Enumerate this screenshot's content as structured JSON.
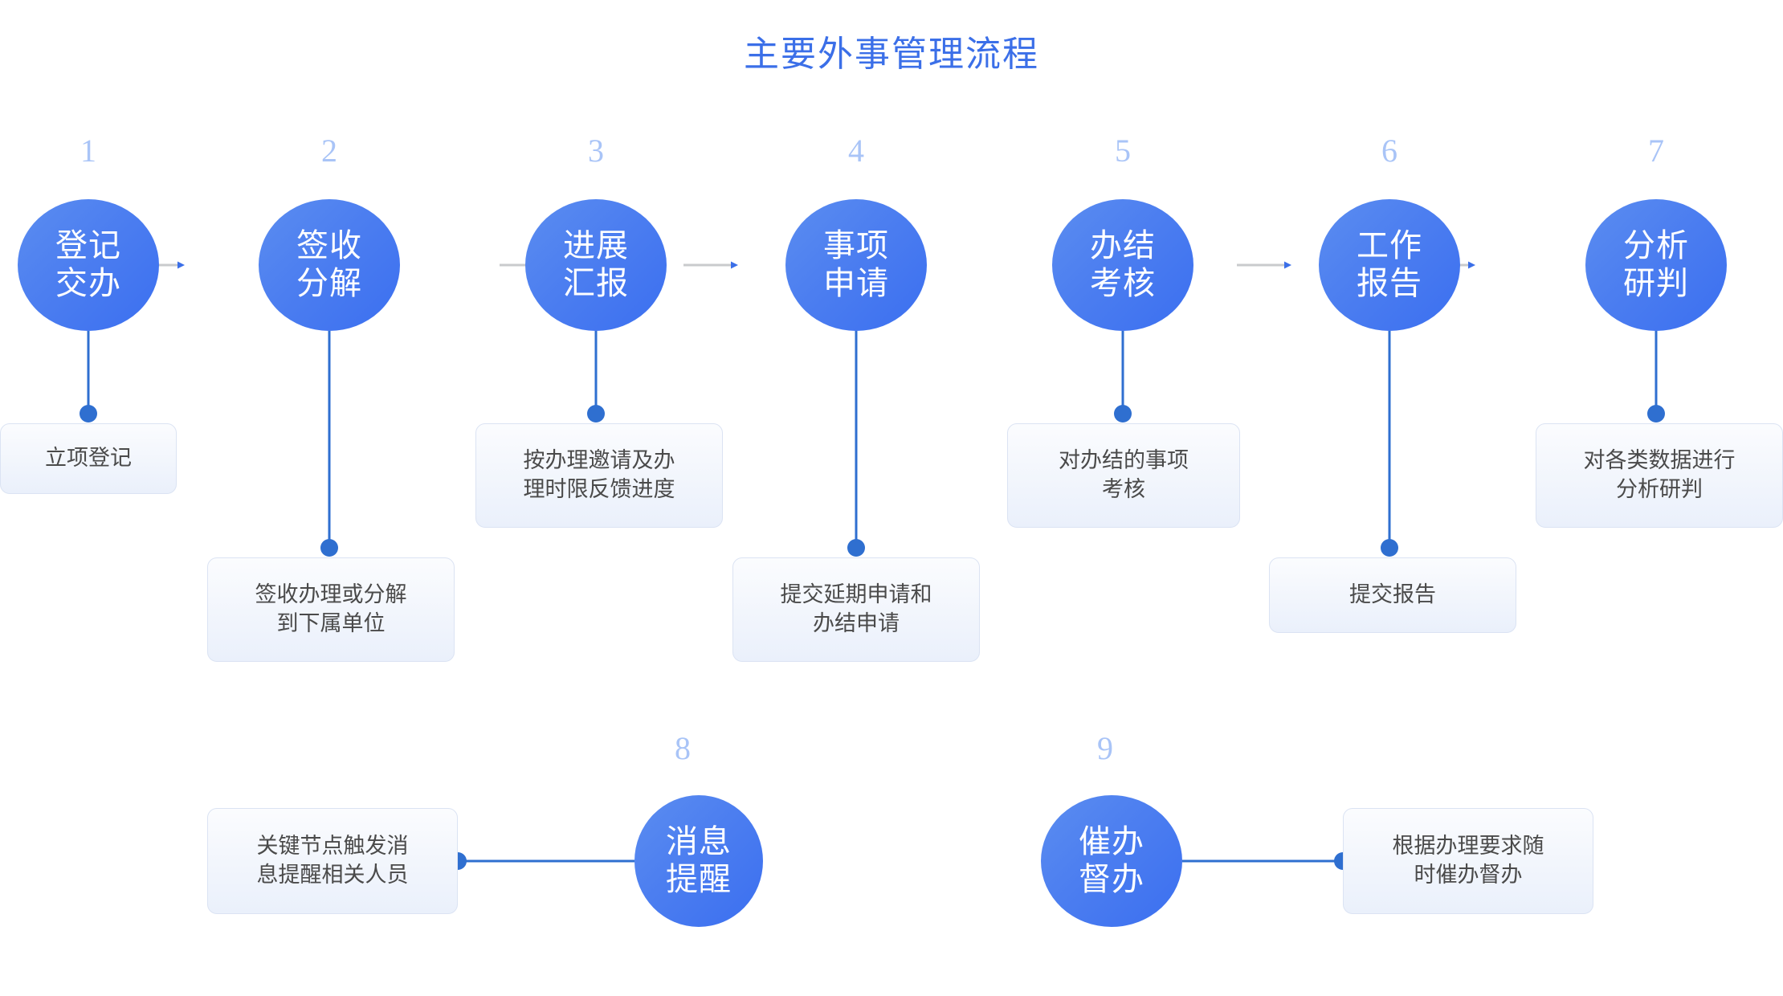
{
  "title": "主要外事管理流程",
  "theme": {
    "title_color": "#3b6fe8",
    "circle_gradient_from": "#5b8df0",
    "circle_gradient_to": "#3b6ff0",
    "number_color": "#a9c4f7",
    "arrow_line_color": "#c9cbcd",
    "arrow_head_color": "#3b6fe8",
    "connector_color": "#2f6fd0",
    "box_fill_from": "#fbfcfe",
    "box_fill_to": "#eaf0fb",
    "box_border": "#dbe3f3",
    "box_text_color": "#4a4a4a",
    "background": "#ffffff"
  },
  "chart_data": {
    "type": "diagram",
    "title": "主要外事管理流程",
    "layout": "horizontal flow of 7 sequential steps with description callouts, plus 2 independent support nodes",
    "steps": [
      {
        "number": "1",
        "line1": "登记",
        "line2": "交办",
        "description": "立项登记",
        "desc_side": "below"
      },
      {
        "number": "2",
        "line1": "签收",
        "line2": "分解",
        "description": "签收办理或分解到下属单位",
        "desc_side": "below"
      },
      {
        "number": "3",
        "line1": "进展",
        "line2": "汇报",
        "description": "按办理邀请及办理时限反馈进度",
        "desc_side": "below"
      },
      {
        "number": "4",
        "line1": "事项",
        "line2": "申请",
        "description": "提交延期申请和办结申请",
        "desc_side": "below"
      },
      {
        "number": "5",
        "line1": "办结",
        "line2": "考核",
        "description": "对办结的事项考核",
        "desc_side": "below"
      },
      {
        "number": "6",
        "line1": "工作",
        "line2": "报告",
        "description": "提交报告",
        "desc_side": "below"
      },
      {
        "number": "7",
        "line1": "分析",
        "line2": "研判",
        "description": "对各类数据进行分析研判",
        "desc_side": "below"
      },
      {
        "number": "8",
        "line1": "消息",
        "line2": "提醒",
        "description": "关键节点触发消息提醒相关人员",
        "desc_side": "left"
      },
      {
        "number": "9",
        "line1": "催办",
        "line2": "督办",
        "description": "根据办理要求随时催办督办",
        "desc_side": "right"
      }
    ]
  },
  "steps": [
    {
      "number": "1",
      "line1": "登记",
      "line2": "交办",
      "desc_line1": "立项登记",
      "desc_line2": ""
    },
    {
      "number": "2",
      "line1": "签收",
      "line2": "分解",
      "desc_line1": "签收办理或分解",
      "desc_line2": "到下属单位"
    },
    {
      "number": "3",
      "line1": "进展",
      "line2": "汇报",
      "desc_line1": "按办理邀请及办",
      "desc_line2": "理时限反馈进度"
    },
    {
      "number": "4",
      "line1": "事项",
      "line2": "申请",
      "desc_line1": "提交延期申请和",
      "desc_line2": "办结申请"
    },
    {
      "number": "5",
      "line1": "办结",
      "line2": "考核",
      "desc_line1": "对办结的事项",
      "desc_line2": "考核"
    },
    {
      "number": "6",
      "line1": "工作",
      "line2": "报告",
      "desc_line1": "提交报告",
      "desc_line2": ""
    },
    {
      "number": "7",
      "line1": "分析",
      "line2": "研判",
      "desc_line1": "对各类数据进行",
      "desc_line2": "分析研判"
    },
    {
      "number": "8",
      "line1": "消息",
      "line2": "提醒",
      "desc_line1": "关键节点触发消",
      "desc_line2": "息提醒相关人员"
    },
    {
      "number": "9",
      "line1": "催办",
      "line2": "督办",
      "desc_line1": "根据办理要求随",
      "desc_line2": "时催办督办"
    }
  ]
}
